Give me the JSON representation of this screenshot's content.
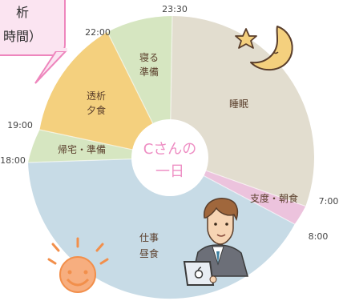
{
  "callout": {
    "line1": "析",
    "line2": "時間）",
    "colors": {
      "fill": "#fbe4f1",
      "border": "#ee86bd"
    }
  },
  "center": {
    "line1": "Cさんの",
    "line2": "一日",
    "color": "#ee8fc4"
  },
  "segments": [
    {
      "key": "sleep",
      "label": "睡眠",
      "color": "#e2ddcf",
      "text_color": "#5a3e2b"
    },
    {
      "key": "breakfast",
      "label": "支度・朝食",
      "color": "#ecc3dd",
      "text_color": "#5a3e2b"
    },
    {
      "key": "work",
      "label": "仕事\n昼食",
      "color": "#c7dbe6",
      "text_color": "#5a3e2b"
    },
    {
      "key": "home",
      "label": "帰宅・準備",
      "color": "#d6e6c1",
      "text_color": "#5a3e2b"
    },
    {
      "key": "dialysis",
      "label": "透析\n夕食",
      "color": "#f4d07e",
      "text_color": "#5a3e2b"
    },
    {
      "key": "bedprep",
      "label": "寝る\n準備",
      "color": "#d6e6c1",
      "text_color": "#5a3e2b"
    }
  ],
  "time_labels": [
    "23:30",
    "22:00",
    "19:00",
    "18:00",
    "7:00",
    "8:00"
  ],
  "icons": {
    "moon": "moon-icon",
    "star": "star-icon",
    "sun": "sun-icon",
    "person": "person-with-laptop-icon"
  }
}
